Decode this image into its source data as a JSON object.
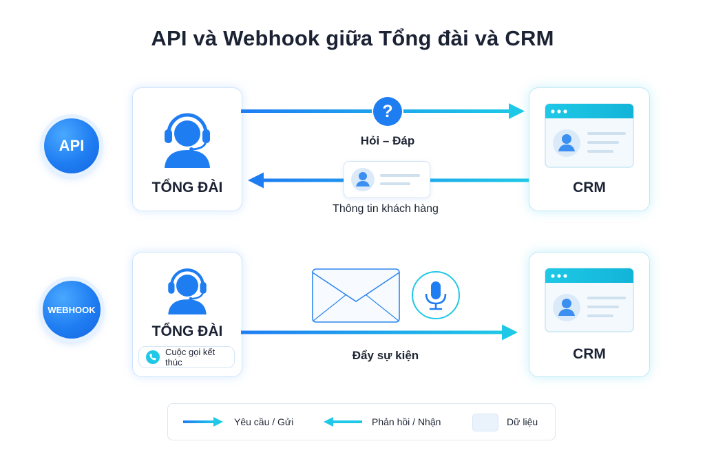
{
  "title": "API và Webhook giữa Tổng đài và CRM",
  "rows": {
    "api": {
      "badge": "API",
      "left_node": "TỔNG ĐÀI",
      "right_node": "CRM",
      "request_label": "Hỏi – Đáp",
      "response_label": "Thông tin khách hàng"
    },
    "webhook": {
      "badge": "WEBHOOK",
      "left_node": "TỔNG ĐÀI",
      "right_node": "CRM",
      "event_pill": "Cuộc gọi kết thúc",
      "push_label": "Đẩy sự kiện"
    }
  },
  "legend": {
    "request": "Yêu cầu / Gửi",
    "response": "Phản hồi / Nhận",
    "data": "Dữ liệu"
  },
  "icons": {
    "agent": "headset-agent-icon",
    "question": "question-icon",
    "customer_card": "customer-card-icon",
    "crm_window": "crm-window-icon",
    "envelope": "audio-envelope-icon",
    "mic": "microphone-icon",
    "phone": "phone-icon"
  },
  "colors": {
    "blue": "#1f7df2",
    "cyan": "#1ec8e6",
    "dark_text": "#1b2233"
  }
}
